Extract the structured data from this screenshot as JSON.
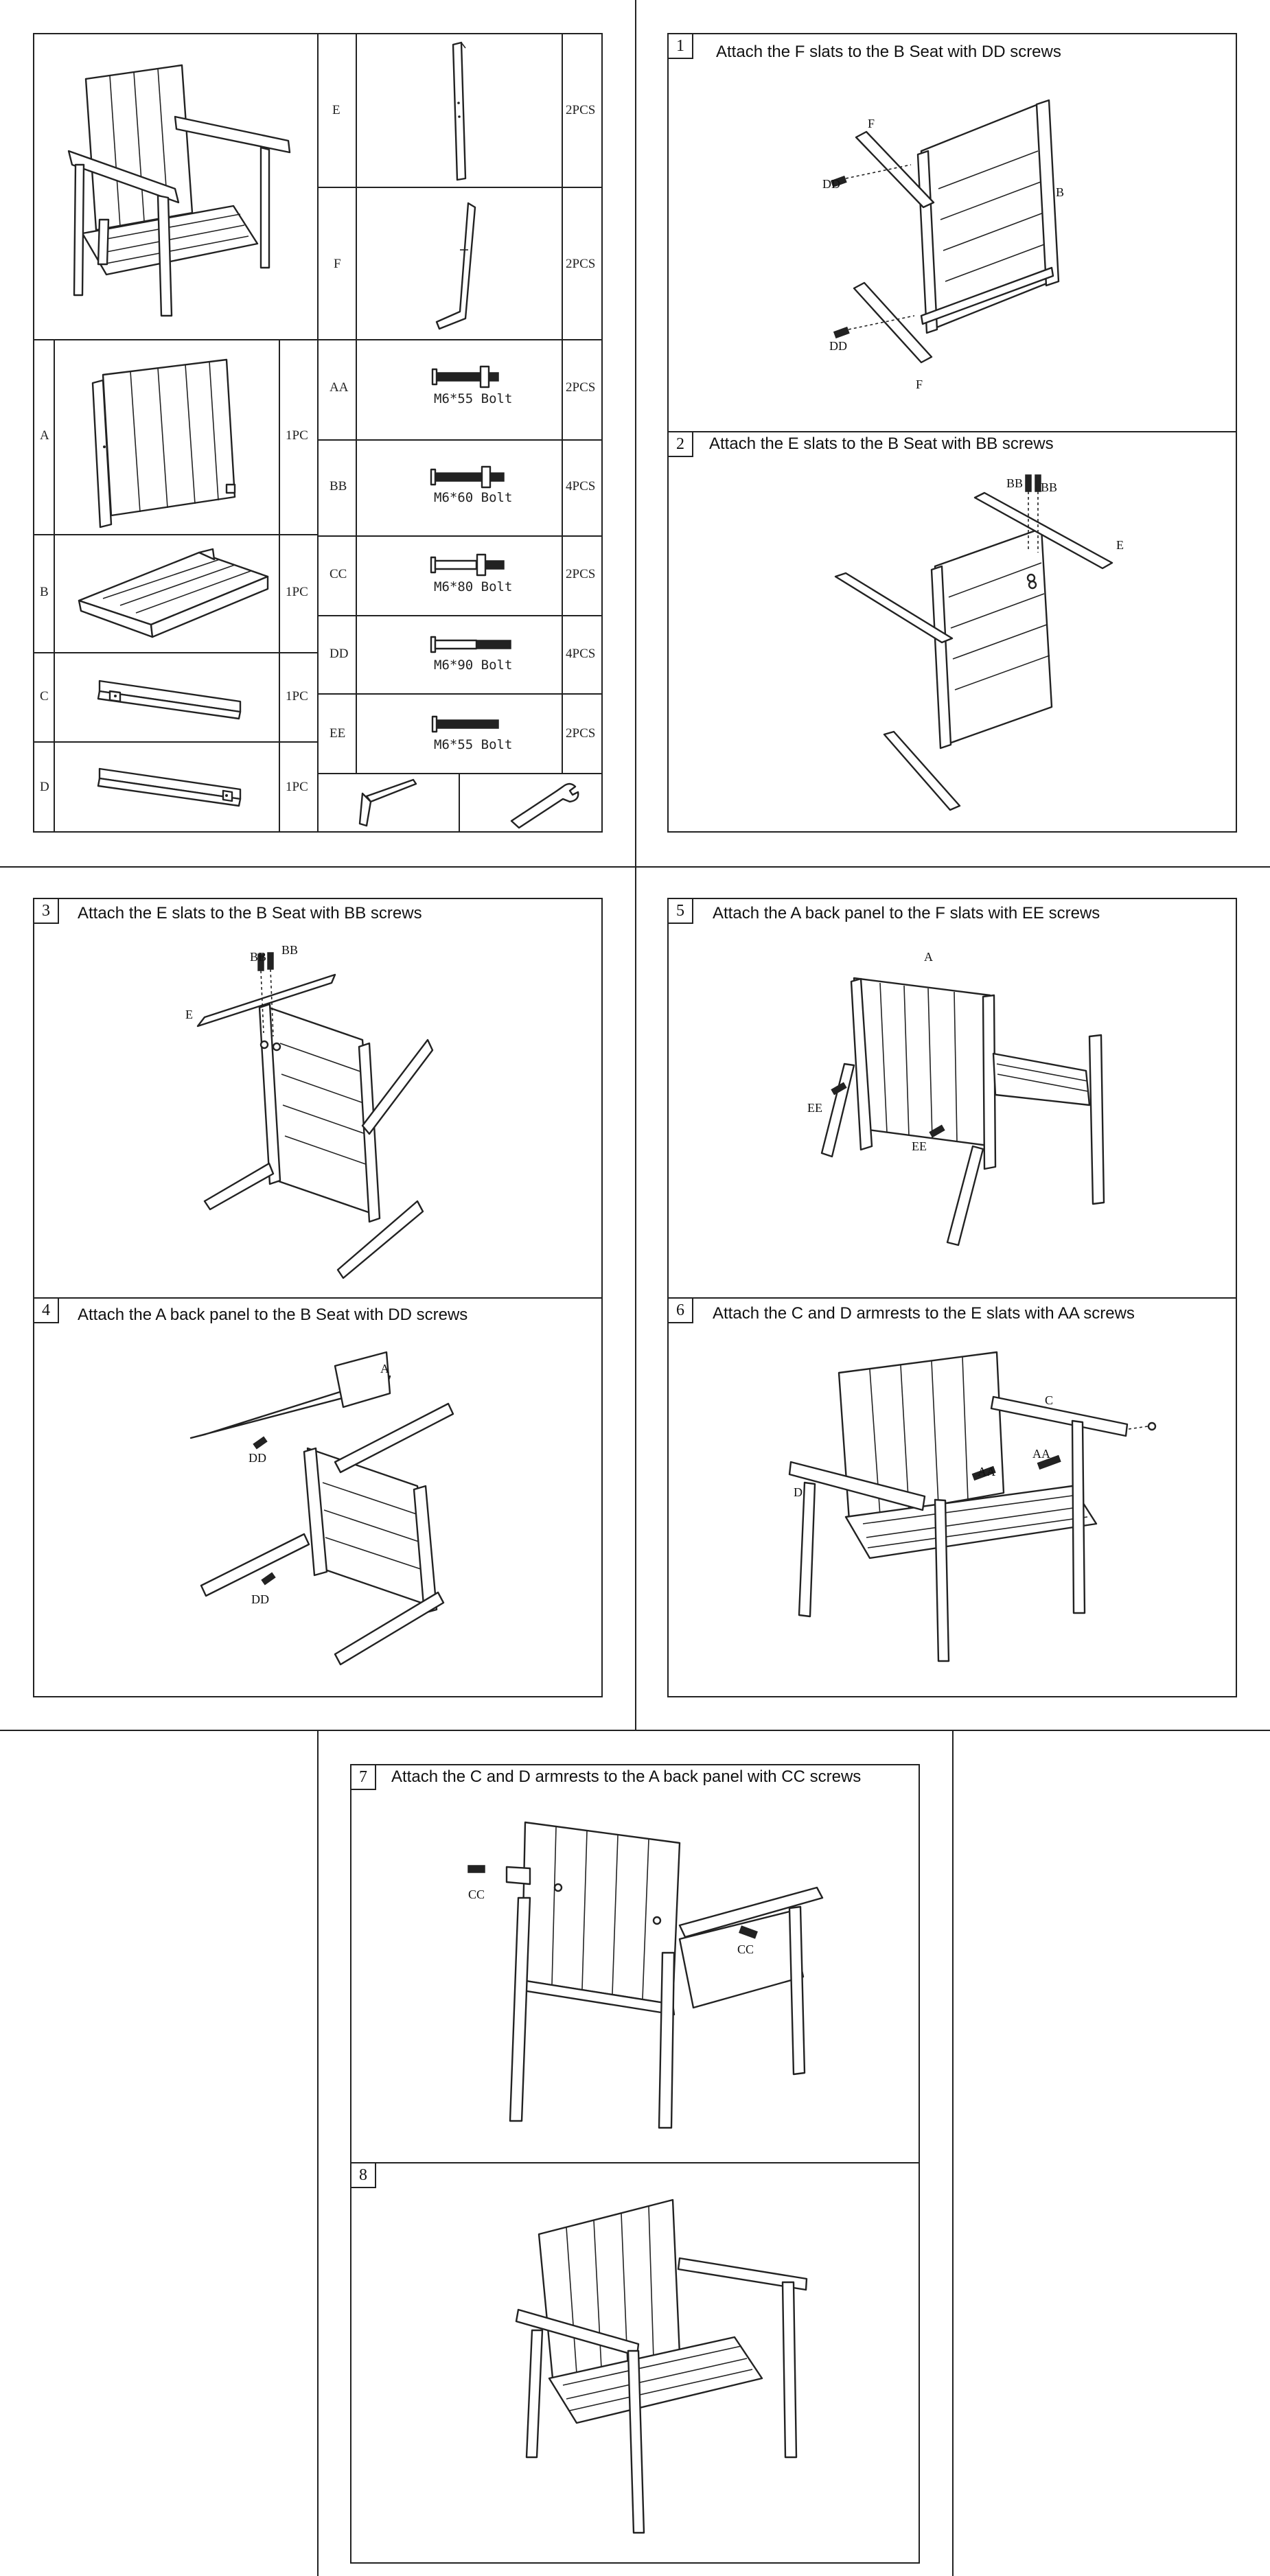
{
  "parts_table": {
    "rows": [
      {
        "id": "A",
        "qty": "1PC"
      },
      {
        "id": "B",
        "qty": "1PC"
      },
      {
        "id": "C",
        "qty": "1PC"
      },
      {
        "id": "D",
        "qty": "1PC"
      }
    ],
    "slats": [
      {
        "id": "E",
        "qty": "2PCS"
      },
      {
        "id": "F",
        "qty": "2PCS"
      }
    ],
    "hardware": [
      {
        "id": "AA",
        "caption": "M6*55 Bolt",
        "qty": "2PCS"
      },
      {
        "id": "BB",
        "caption": "M6*60 Bolt",
        "qty": "4PCS"
      },
      {
        "id": "CC",
        "caption": "M6*80 Bolt",
        "qty": "2PCS"
      },
      {
        "id": "DD",
        "caption": "M6*90 Bolt",
        "qty": "4PCS"
      },
      {
        "id": "EE",
        "caption": "M6*55 Bolt",
        "qty": "2PCS"
      }
    ],
    "tools": [
      "hex-key-icon",
      "wrench-icon"
    ]
  },
  "steps": [
    {
      "num": "1",
      "title": "Attach the F slats to the B Seat with DD screws",
      "tags": [
        "F",
        "DD",
        "B",
        "DD",
        "F"
      ]
    },
    {
      "num": "2",
      "title": "Attach the E slats to the B Seat with BB screws",
      "tags": [
        "BB",
        "BB",
        "E"
      ]
    },
    {
      "num": "3",
      "title": "Attach the E slats to the B Seat with BB screws",
      "tags": [
        "BB",
        "BB",
        "E"
      ]
    },
    {
      "num": "4",
      "title": "Attach the A back panel to the B Seat with DD screws",
      "tags": [
        "A",
        "DD",
        "DD"
      ]
    },
    {
      "num": "5",
      "title": "Attach the A back panel to the F slats with EE screws",
      "tags": [
        "A",
        "EE",
        "EE"
      ]
    },
    {
      "num": "6",
      "title": "Attach the C and D armrests to the E slats with AA screws",
      "tags": [
        "C",
        "AA",
        "AA",
        "D"
      ]
    },
    {
      "num": "7",
      "title": "Attach the C and D armrests to the A back panel with CC screws",
      "tags": [
        "CC",
        "CC"
      ]
    },
    {
      "num": "8",
      "title": "",
      "tags": []
    }
  ]
}
